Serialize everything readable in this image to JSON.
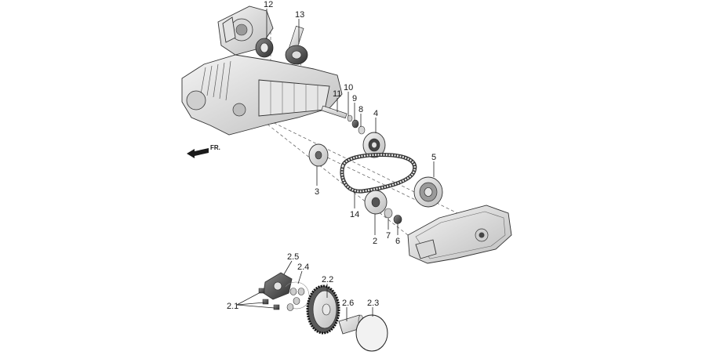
{
  "direction_label": "FR.",
  "callouts": {
    "c12": "12",
    "c13": "13",
    "c11": "11",
    "c10": "10",
    "c9": "9",
    "c8": "8",
    "c4": "4",
    "c3": "3",
    "c5": "5",
    "c14": "14",
    "c2": "2",
    "c7": "7",
    "c6": "6",
    "c2_5": "2.5",
    "c2_4": "2.4",
    "c2_2": "2.2",
    "c2_1": "2.1",
    "c2_6": "2.6",
    "c2_3": "2.3"
  }
}
